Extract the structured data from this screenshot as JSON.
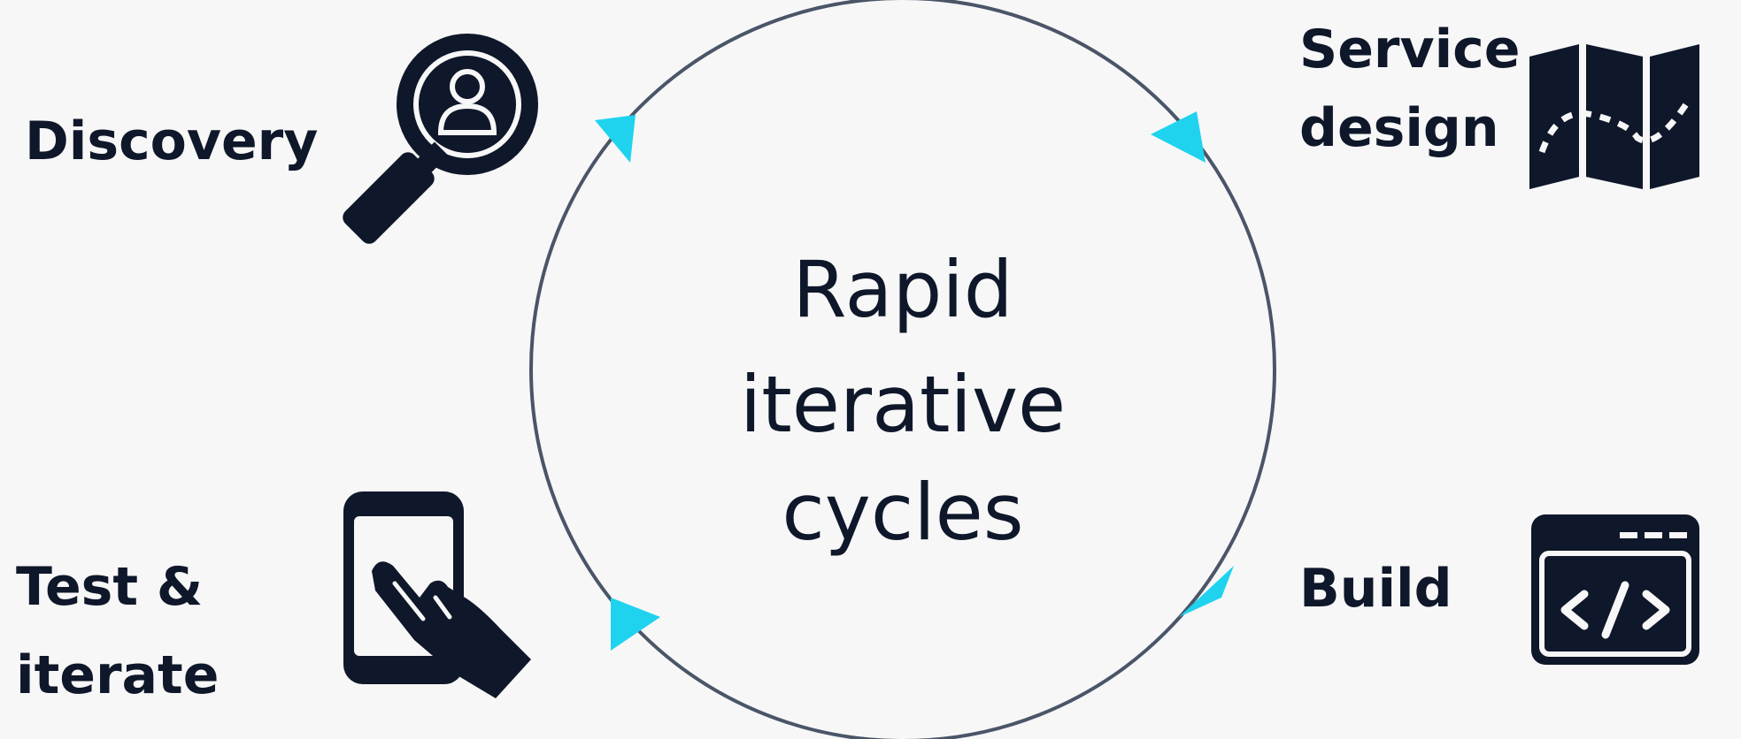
{
  "center": {
    "lines": [
      "Rapid",
      "iterative",
      "cycles"
    ]
  },
  "stages": {
    "discovery": {
      "label": "Discovery",
      "icon": "magnifier-user-icon"
    },
    "service_design": {
      "lines": [
        "Service",
        "design"
      ],
      "icon": "map-icon"
    },
    "build": {
      "label": "Build",
      "icon": "code-window-icon"
    },
    "test_iterate": {
      "lines": [
        "Test &",
        "iterate"
      ],
      "icon": "phone-touch-icon"
    }
  },
  "colors": {
    "text": "#0f172a",
    "ring": "#4a5568",
    "arrow": "#1fd3ef",
    "background": "#f7f7f7"
  }
}
